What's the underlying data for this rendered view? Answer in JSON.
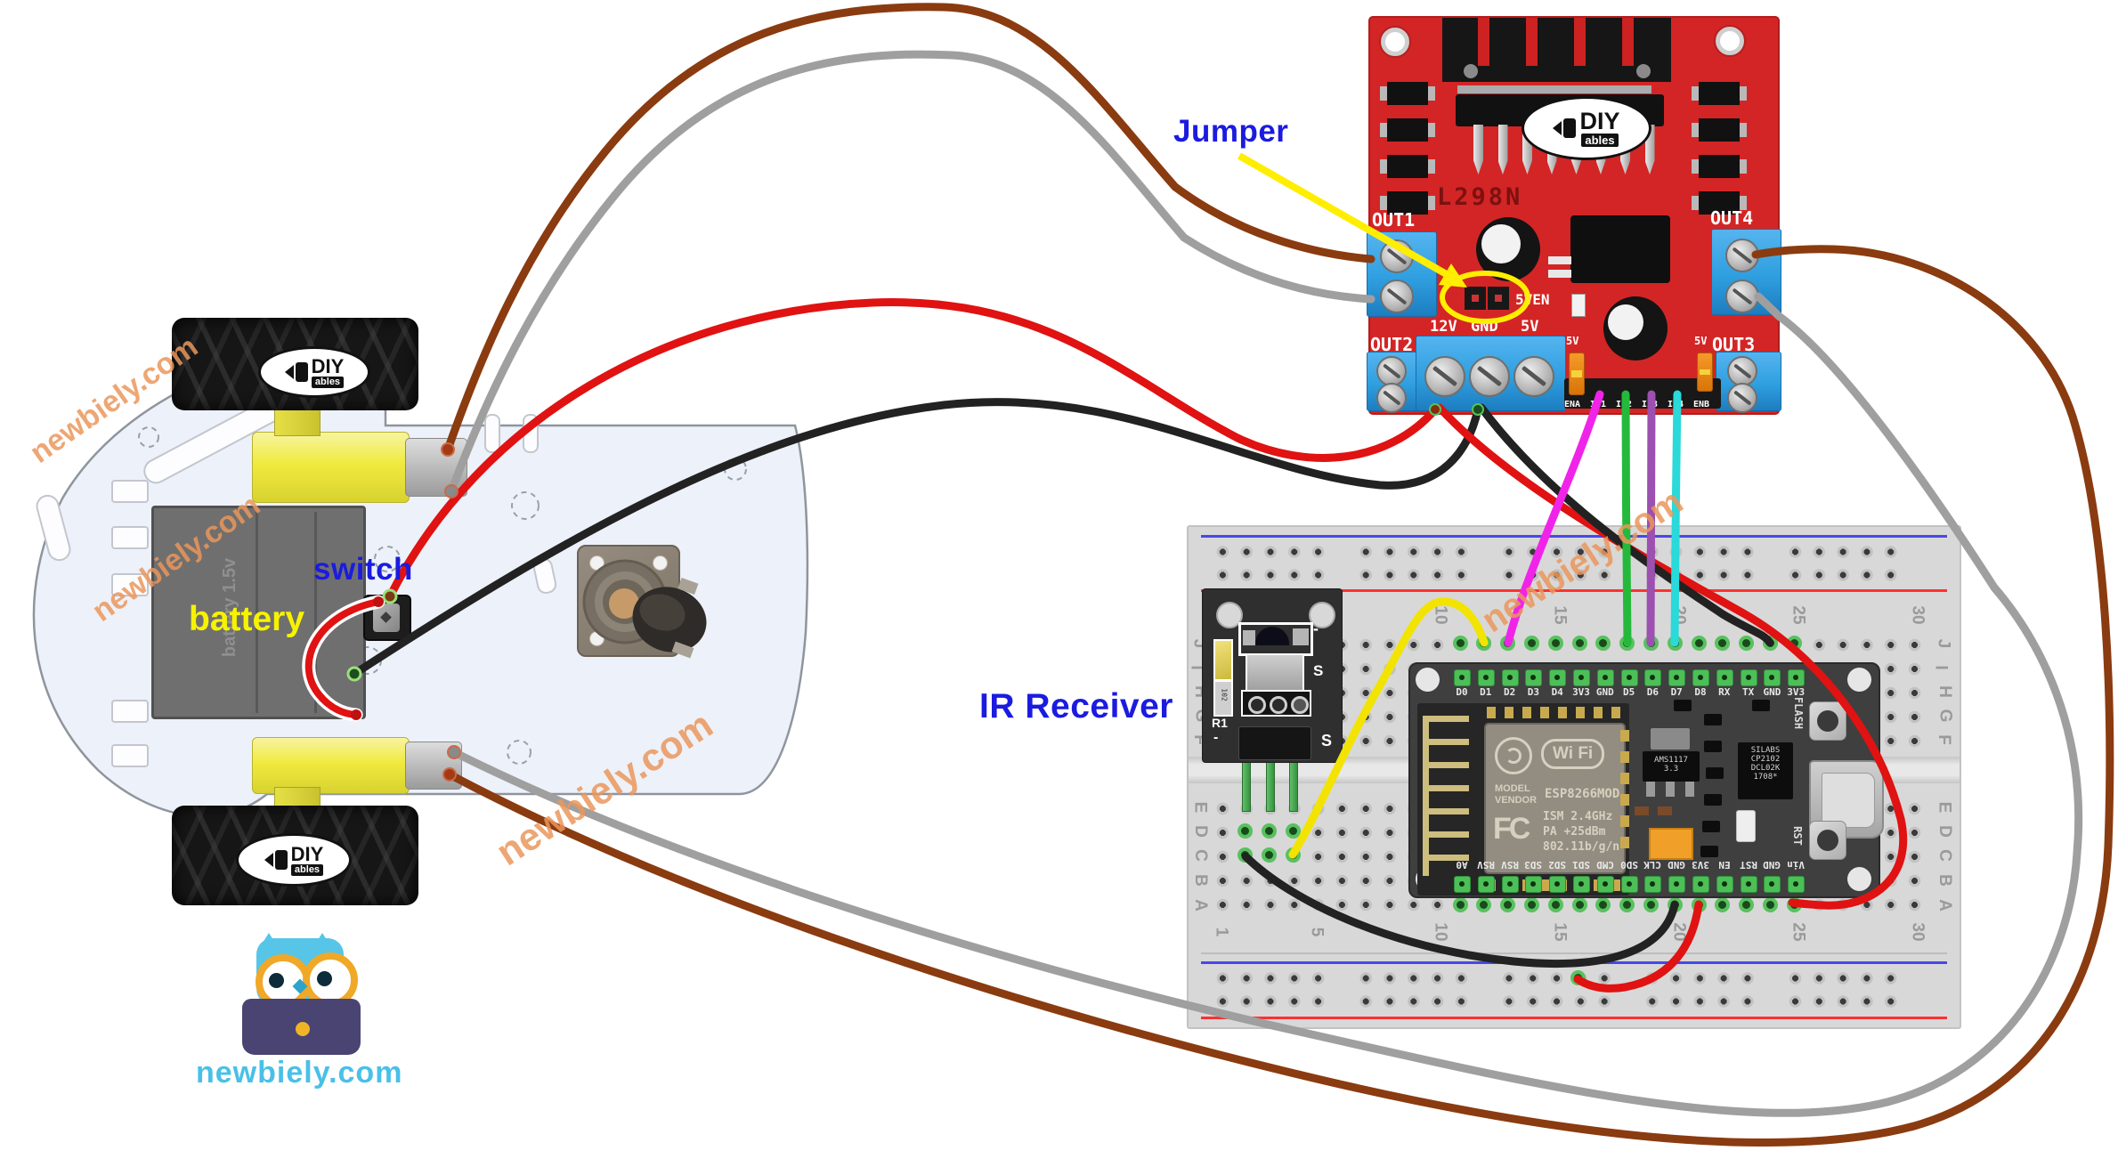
{
  "labels": {
    "jumper": "Jumper",
    "switch_label": "switch",
    "battery_label": "battery",
    "ir_receiver": "IR Receiver"
  },
  "watermark": "newbiely.com",
  "site": {
    "name": "newbiely.com"
  },
  "diy_logo": {
    "big": "DIY",
    "small": "ables"
  },
  "l298n": {
    "chip": "L298N",
    "out1": "OUT1",
    "out2": "OUT2",
    "out3": "OUT3",
    "out4": "OUT4",
    "pwr": [
      "12V",
      "GND",
      "5V"
    ],
    "jumper_label": "5VEN",
    "en5v": "5V",
    "header": [
      "ENA",
      "IN1",
      "IN2",
      "IN3",
      "IN4",
      "ENB"
    ]
  },
  "battery": {
    "side": "battery 1.5v"
  },
  "ir": {
    "r1": "R1",
    "res": "102",
    "s": "S",
    "minus": "-"
  },
  "nodemcu": {
    "top_pins": [
      "D0",
      "D1",
      "D2",
      "D3",
      "D4",
      "3V3",
      "GND",
      "D5",
      "D6",
      "D7",
      "D8",
      "RX",
      "TX",
      "GND",
      "3V3"
    ],
    "bottom_pins": [
      "A0",
      "RSV",
      "RSV",
      "SD3",
      "SD2",
      "SD1",
      "CMD",
      "SD0",
      "CLK",
      "GND",
      "3V3",
      "EN",
      "RST",
      "GND",
      "Vin"
    ],
    "wifi": "Wi Fi",
    "model": "MODEL",
    "vendor": "VENDOR",
    "esp": "ESP8266MOD",
    "fcc": "FC",
    "ism": "ISM 2.4GHz",
    "pa": "PA  +25dBm",
    "std": "802.11b/g/n",
    "ams": [
      "AMS1117",
      "3.3"
    ],
    "cp2102": [
      "SILABS",
      "CP2102",
      "DCL02K",
      "1708*"
    ],
    "flash": "FLASH",
    "rst": "RST"
  },
  "breadboard": {
    "numbers": [
      "1",
      "5",
      "10",
      "15",
      "20",
      "25",
      "30"
    ],
    "number_cols": [
      1,
      5,
      10,
      15,
      20,
      25,
      30
    ],
    "letters_top": [
      "J",
      "I",
      "H",
      "G",
      "F"
    ],
    "letters_bottom": [
      "E",
      "D",
      "C",
      "B",
      "A"
    ]
  },
  "colors": {
    "wire_brown": "#8a3b10",
    "wire_gray": "#9f9f9f",
    "wire_red": "#e01212",
    "wire_black": "#222222",
    "wire_yellow": "#f2e400",
    "wire_magenta": "#f024e8",
    "wire_green": "#25b93c",
    "wire_purple": "#9c50b0",
    "wire_cyan": "#2ad9d9",
    "pcb_red": "#d32525",
    "terminal_blue": "#2f9fe0",
    "label_blue": "#1b1be0",
    "label_yellow": "#f7f300",
    "watermark": "#eb9a64",
    "pin_green": "#4cbf57"
  }
}
